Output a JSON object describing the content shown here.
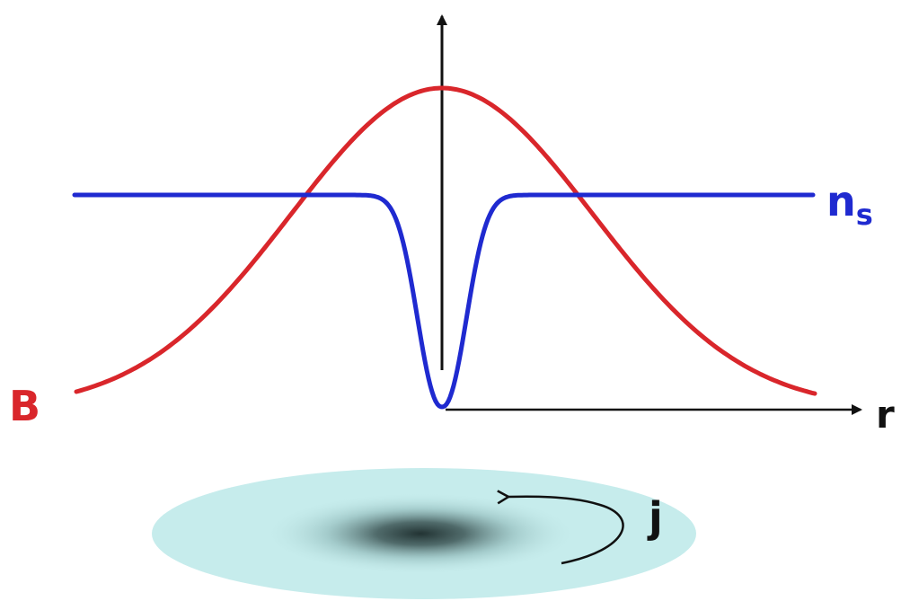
{
  "labels": {
    "field_label": "B",
    "density_label": "n",
    "density_subscript": "s",
    "axis_label": "r",
    "current_label": "j"
  },
  "colors": {
    "field_curve": "#d9262b",
    "density_curve": "#1f2ad0",
    "axis": "#111111",
    "vortex_outer": "#c6ecec",
    "vortex_core": "#223333",
    "current_arrow": "#111111",
    "background": "#ffffff"
  },
  "icons": {
    "current_arrow": "curved-arrow-icon"
  }
}
